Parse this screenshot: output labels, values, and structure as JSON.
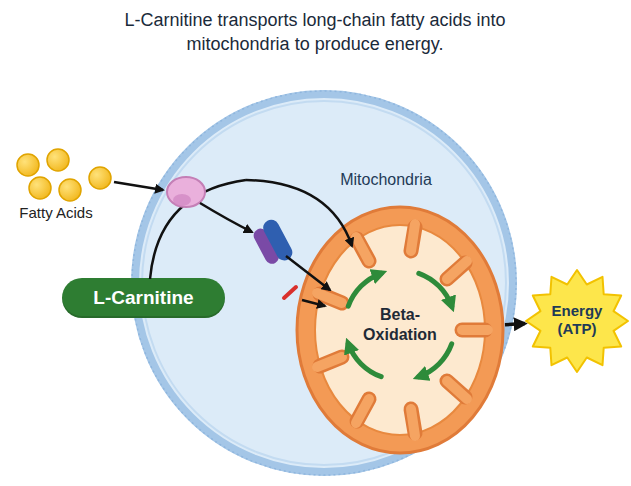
{
  "diagram": {
    "title": "L-Carnitine transports long-chain fatty acids into mitochondria to produce energy.",
    "nodes": [
      {
        "text": [
          "Mitochondria"
        ]
      },
      {
        "text": [
          "Beta-Oxidation"
        ],
        "in": 0
      },
      {
        "text": [
          "L-Carnitine"
        ]
      },
      {
        "text": [
          "Energy (ATP)"
        ]
      }
    ],
    "edges": [
      {
        "from": 1,
        "to": 3,
        "arrow": "to"
      }
    ],
    "labels": [
      "Fatty Acids"
    ]
  }
}
